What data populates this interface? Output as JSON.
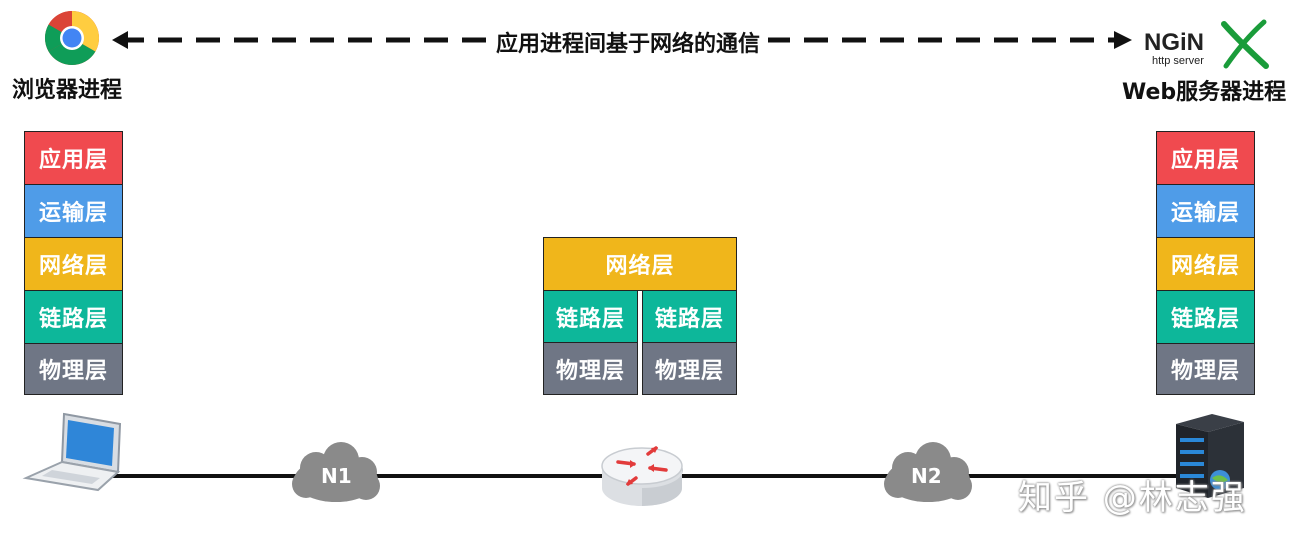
{
  "diagram": {
    "top_caption": "应用进程间基于网络的通信",
    "left": {
      "process_label": "浏览器进程",
      "layers": [
        "应用层",
        "运输层",
        "网络层",
        "链路层",
        "物理层"
      ]
    },
    "right": {
      "process_label": "Web服务器进程",
      "logo_text": "NGiNX",
      "logo_subtext": "http server",
      "layers": [
        "应用层",
        "运输层",
        "网络层",
        "链路层",
        "物理层"
      ]
    },
    "router": {
      "network_layer": "网络层",
      "link_left": "链路层",
      "link_right": "链路层",
      "phys_left": "物理层",
      "phys_right": "物理层"
    },
    "networks": {
      "n1": "N1",
      "n2": "N2"
    },
    "watermark": "知乎 @林志强"
  },
  "colors": {
    "application": "#f04a4f",
    "transport": "#4f9ce8",
    "network": "#f0b61b",
    "link": "#0db79a",
    "physical": "#6f7685",
    "cloud": "#8a8a8a",
    "line": "#111111"
  }
}
